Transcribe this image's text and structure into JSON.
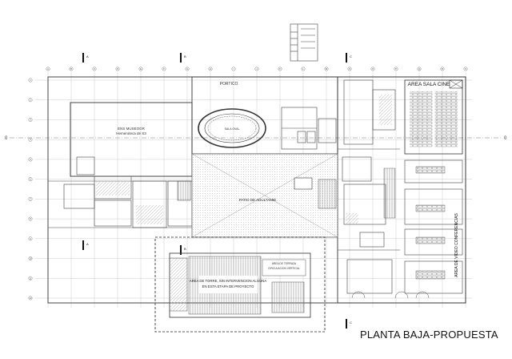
{
  "drawing": {
    "title": "PLANTA BAJA-PROPUESTA",
    "section_marks": [
      "A",
      "B",
      "C"
    ],
    "column_grid_labels": [
      "A",
      "B",
      "C",
      "D",
      "E",
      "F",
      "G",
      "H",
      "I",
      "J",
      "K",
      "L",
      "M",
      "N",
      "O",
      "P",
      "Q",
      "R",
      "S"
    ],
    "row_grid_labels": [
      "1",
      "2",
      "3",
      "4",
      "5",
      "6",
      "7",
      "8",
      "9",
      "10",
      "11",
      "12"
    ],
    "axis_marker_left": "0",
    "axis_marker_right": "0"
  },
  "rooms": {
    "sala_cine": "AREA SALA CINE",
    "portico": "PORTICO",
    "patio": "PATIO DE ADULTAMIE",
    "torre": "AREA DE TORRE, SIN INTERVENCION ALGUNA",
    "torre_sub": "EN ESTA ETAPA DE PROYECTO",
    "video_conferencias": "AREA DE VIDEO CONFERENCIAS",
    "museo": "ENS MUSEOGR",
    "museo_sub": "Hemeroteca de S3",
    "oval_hall": "SALA OVAL",
    "area_terraza": "AREA DE TERRAZA",
    "circulacion": "CIRCULACION VERTICAL"
  },
  "colors": {
    "line": "#3a3a3a",
    "grid": "#9a9a9a",
    "hatch": "#bdbdbd",
    "dashed": "#222222"
  }
}
